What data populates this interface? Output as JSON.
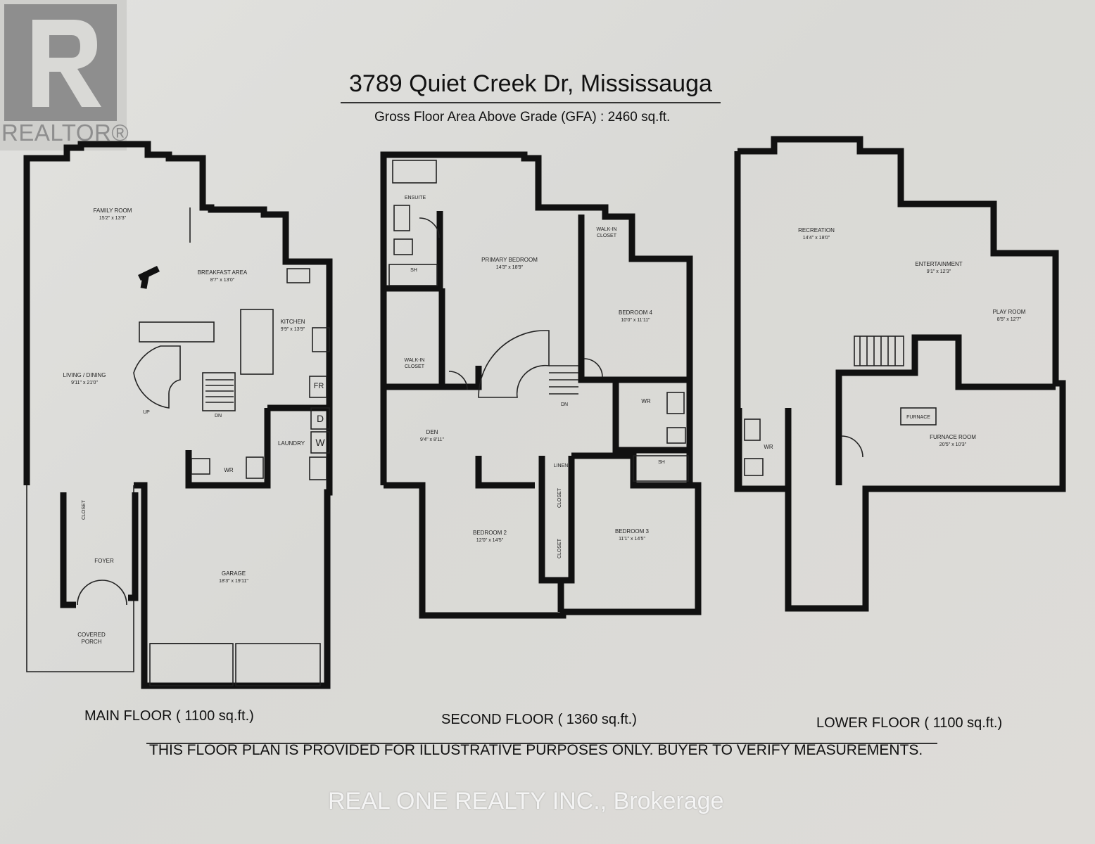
{
  "brand": {
    "wordmark": "REALTOR®",
    "logo_letter": "R"
  },
  "header": {
    "title": "3789 Quiet Creek Dr, Mississauga",
    "gfa": "Gross Floor Area Above Grade  (GFA) : 2460 sq.ft."
  },
  "floors": {
    "main": {
      "label": "MAIN FLOOR ( 1100 sq.ft.)",
      "rooms": {
        "family_room": "FAMILY ROOM",
        "family_room_dim": "15'2\" x 13'3\"",
        "breakfast": "BREAKFAST AREA",
        "breakfast_dim": "8'7\" x 13'0\"",
        "kitchen": "KITCHEN",
        "kitchen_dim": "9'9\" x 13'9\"",
        "living": "LIVING / DINING",
        "living_dim": "9'11\" x 21'0\"",
        "up": "UP",
        "dn": "DN",
        "fr": "FR",
        "dw": "D",
        "washer": "W",
        "laundry": "LAUNDRY",
        "wr": "WR",
        "closet": "CLOSET",
        "foyer": "FOYER",
        "garage": "GARAGE",
        "garage_dim": "18'3\" x 19'11\"",
        "porch_1": "COVERED",
        "porch_2": "PORCH"
      }
    },
    "second": {
      "label": "SECOND FLOOR ( 1360 sq.ft.)",
      "rooms": {
        "ensuite": "ENSUITE",
        "sh": "SH",
        "primary": "PRIMARY BEDROOM",
        "primary_dim": "14'3\" x 18'9\"",
        "walkin_1": "WALK-IN",
        "walkin_2": "CLOSET",
        "bed4": "BEDROOM 4",
        "bed4_dim": "10'0\" x 11'11\"",
        "dn": "DN",
        "den": "DEN",
        "den_dim": "9'4\" x 8'11\"",
        "wr": "WR",
        "sh2": "SH",
        "linen": "LINEN",
        "closet": "CLOSET",
        "bed2": "BEDROOM 2",
        "bed2_dim": "12'0\" x 14'5\"",
        "bed3": "BEDROOM 3",
        "bed3_dim": "11'1\" x 14'5\""
      }
    },
    "lower": {
      "label": "LOWER FLOOR ( 1100 sq.ft.)",
      "rooms": {
        "recreation": "RECREATION",
        "recreation_dim": "14'4\" x 18'0\"",
        "entertainment": "ENTERTAINMENT",
        "entertainment_dim": "9'1\" x 12'3\"",
        "play": "PLAY ROOM",
        "play_dim": "8'5\" x 12'7\"",
        "furnace": "FURNACE",
        "furnace_room": "FURNACE ROOM",
        "furnace_room_dim": "20'5\" x 10'3\"",
        "wr": "WR"
      }
    }
  },
  "disclaimer": "THIS FLOOR PLAN IS PROVIDED FOR ILLUSTRATIVE PURPOSES ONLY. BUYER TO VERIFY MEASUREMENTS.",
  "watermark": "REAL ONE REALTY INC., Brokerage"
}
